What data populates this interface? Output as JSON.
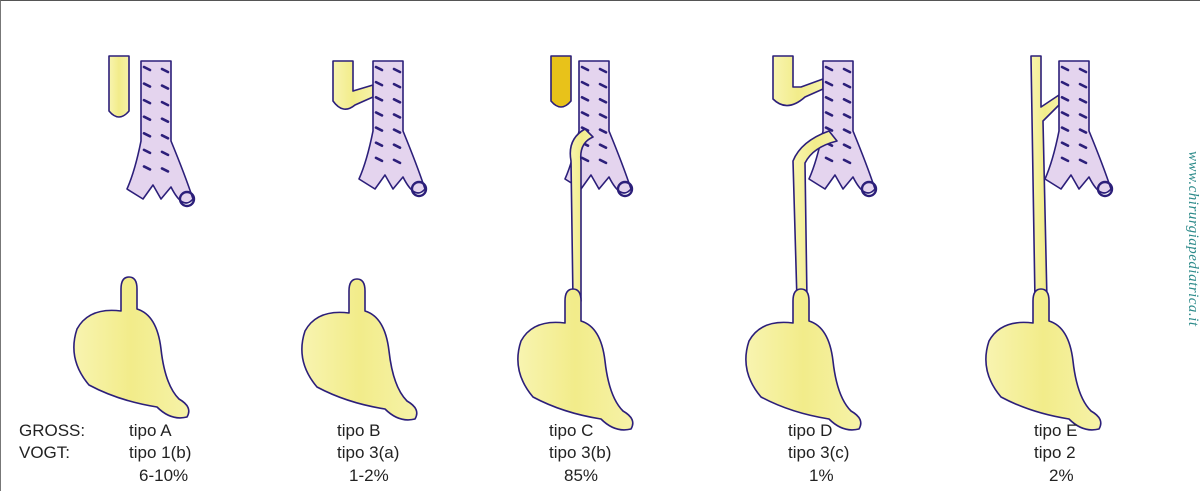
{
  "row_labels": {
    "gross": "GROSS:",
    "vogt": "VOGT:"
  },
  "types": [
    {
      "id": "A",
      "gross": "tipo A",
      "vogt": "tipo 1(b)",
      "percent": "6-10%"
    },
    {
      "id": "B",
      "gross": "tipo B",
      "vogt": "tipo 3(a)",
      "percent": "1-2%"
    },
    {
      "id": "C",
      "gross": "tipo C",
      "vogt": "tipo 3(b)",
      "percent": "85%"
    },
    {
      "id": "D",
      "gross": "tipo D",
      "vogt": "tipo 3(c)",
      "percent": "1%"
    },
    {
      "id": "E",
      "gross": "tipo E",
      "vogt": "tipo 2",
      "percent": "2%"
    }
  ],
  "watermark": "www.chirurgiapediatrica.it",
  "colors": {
    "esophagus": "#f4f0a0",
    "trachea": "#e4d4ee",
    "outline": "#2c1f7a",
    "rings": "#2c1f7a",
    "watermark": "#2e8b8b"
  }
}
